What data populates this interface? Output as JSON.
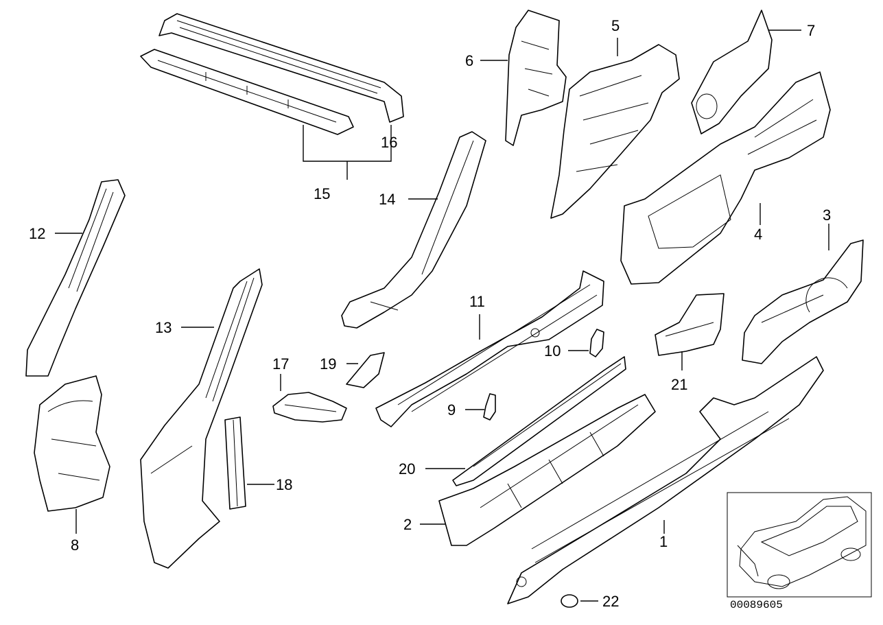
{
  "callouts": {
    "c1": "1",
    "c2": "2",
    "c3": "3",
    "c4": "4",
    "c5": "5",
    "c6": "6",
    "c7": "7",
    "c8": "8",
    "c9": "9",
    "c10": "10",
    "c11": "11",
    "c12": "12",
    "c13": "13",
    "c14": "14",
    "c15": "15",
    "c16": "16",
    "c17": "17",
    "c18": "18",
    "c19": "19",
    "c20": "20",
    "c21": "21",
    "c22": "22"
  },
  "document_number": "00089605"
}
